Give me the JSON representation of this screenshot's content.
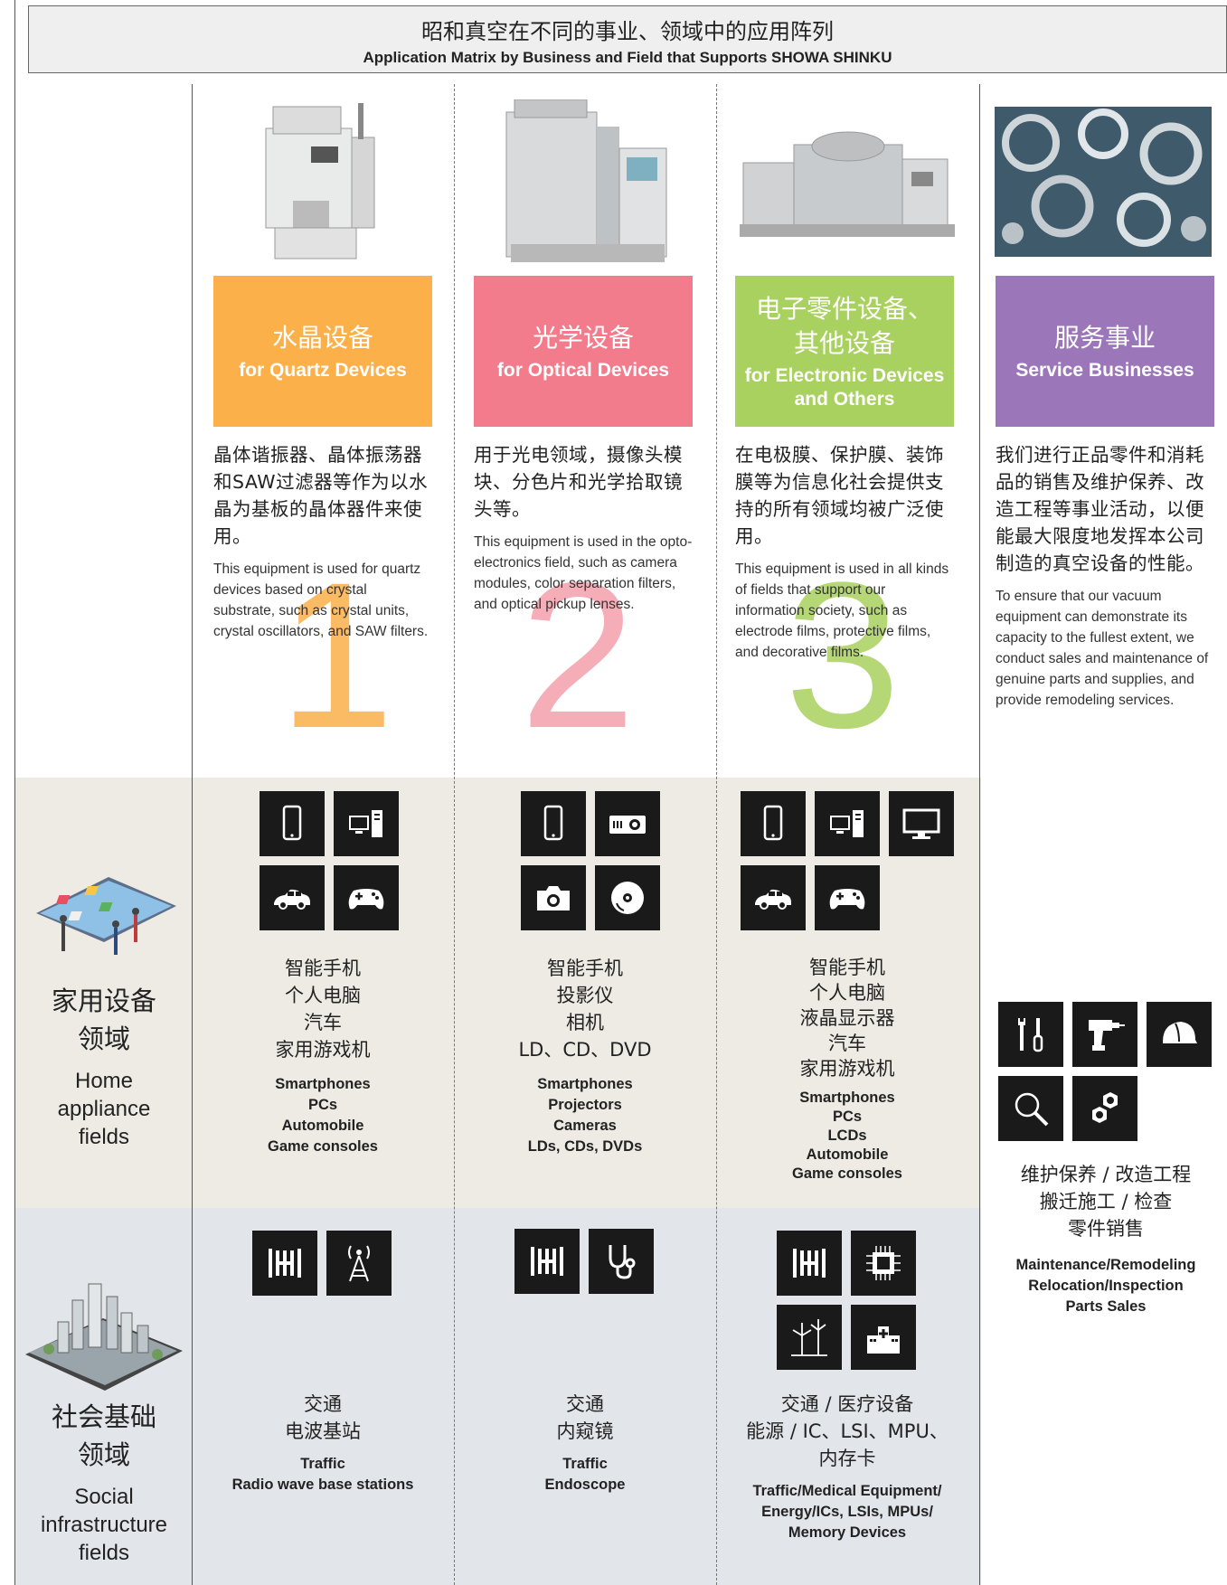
{
  "header": {
    "title_zh": "昭和真空在不同的事业、领域中的应用阵列",
    "title_en": "Application Matrix by Business and Field that Supports SHOWA SHINKU"
  },
  "colors": {
    "quartz": "#fbb04a",
    "optical": "#f37c8c",
    "electronic": "#a9d15f",
    "service": "#9b77b9",
    "home_band": "#eeebe4",
    "social_band": "#e2e6ea",
    "tile": "#1a1a1a"
  },
  "columns": [
    {
      "key": "quartz",
      "name_zh": "水晶设备",
      "name_en": "for Quartz Devices",
      "number": "1",
      "desc_zh": "晶体谐振器、晶体振荡器和SAW过滤器等作为以水晶为基板的晶体器件来使用。",
      "desc_en": "This equipment is used for quartz devices based on crystal substrate, such as crystal units, crystal oscillators, and SAW filters.",
      "home_icons": [
        "smartphone-icon",
        "pc-icon",
        "car-icon",
        "gamepad-icon"
      ],
      "home_zh": "智能手机\n个人电脑\n汽车\n家用游戏机",
      "home_en": "Smartphones\nPCs\nAutomobile\nGame consoles",
      "social_icons": [
        "traffic-icon",
        "antenna-icon"
      ],
      "social_zh": "交通\n电波基站",
      "social_en": "Traffic\nRadio wave base stations"
    },
    {
      "key": "optical",
      "name_zh": "光学设备",
      "name_en": "for Optical Devices",
      "number": "2",
      "desc_zh": "用于光电领域，摄像头模块、分色片和光学拾取镜头等。",
      "desc_en": "This equipment is used in the opto-electronics field, such as camera modules, color separation filters, and optical pickup lenses.",
      "home_icons": [
        "smartphone-icon",
        "projector-icon",
        "camera-icon",
        "disc-icon"
      ],
      "home_zh": "智能手机\n投影仪\n相机\nLD、CD、DVD",
      "home_en": "Smartphones\nProjectors\nCameras\nLDs, CDs, DVDs",
      "social_icons": [
        "traffic-icon",
        "stethoscope-icon"
      ],
      "social_zh": "交通\n内窥镜",
      "social_en": "Traffic\nEndoscope"
    },
    {
      "key": "electronic",
      "name_zh": "电子零件设备、\n其他设备",
      "name_en": "for Electronic Devices\nand Others",
      "number": "3",
      "desc_zh": "在电极膜、保护膜、装饰膜等为信息化社会提供支持的所有领域均被广泛使用。",
      "desc_en": "This equipment is used in all kinds of fields that support our information society, such as electrode films, protective films, and decorative films.",
      "home_icons": [
        "smartphone-icon",
        "pc-icon",
        "monitor-icon",
        "car-icon",
        "gamepad-icon"
      ],
      "home_zh": "智能手机\n个人电脑\n液晶显示器\n汽车\n家用游戏机",
      "home_en": "Smartphones\nPCs\nLCDs\nAutomobile\nGame consoles",
      "social_icons": [
        "traffic-icon",
        "chip-icon",
        "wind-turbine-icon",
        "hospital-icon"
      ],
      "social_zh": "交通 / 医疗设备\n能源 / IC、LSI、MPU、\n内存卡",
      "social_en": "Traffic/Medical Equipment/\nEnergy/ICs, LSIs, MPUs/\nMemory Devices"
    }
  ],
  "service": {
    "name_zh": "服务事业",
    "name_en": "Service Businesses",
    "desc_zh": "我们进行正品零件和消耗品的销售及维护保养、改造工程等事业活动，以便能最大限度地发挥本公司制造的真空设备的性能。",
    "desc_en": "To ensure that our vacuum equipment can demonstrate its capacity to the fullest extent, we conduct sales and maintenance of genuine parts and supplies, and provide remodeling services.",
    "icons": [
      "tools-icon",
      "drill-icon",
      "helmet-icon",
      "magnifier-icon",
      "nuts-icon"
    ],
    "list_zh": "维护保养 / 改造工程\n搬迁施工 / 检查\n零件销售",
    "list_en": "Maintenance/Remodeling\nRelocation/Inspection\nParts Sales"
  },
  "fields": {
    "home_zh": "家用设备\n领域",
    "home_en": "Home\nappliance\nfields",
    "social_zh": "社会基础\n领域",
    "social_en": "Social\ninfrastructure\nfields"
  }
}
